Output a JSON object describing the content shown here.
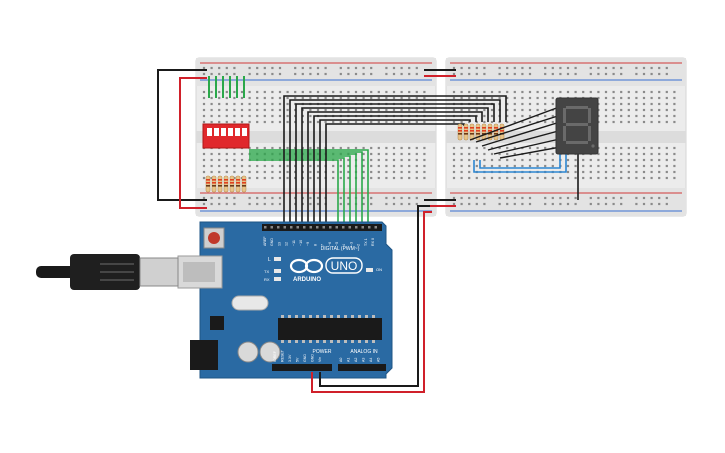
{
  "arduino": {
    "logo_text": "ARDUINO",
    "model": "UNO",
    "digital_header": "DIGITAL (PWM~)",
    "power_header": "POWER",
    "analog_header": "ANALOG IN",
    "led_l": "L",
    "led_tx": "TX",
    "led_rx": "RX",
    "on_label": "ON",
    "digital_pins": [
      "AREF",
      "GND",
      "13",
      "12",
      "~11",
      "~10",
      "~9",
      "8",
      "7",
      "~6",
      "~5",
      "4",
      "~3",
      "2",
      "TX 1",
      "RX 0"
    ],
    "power_pins": [
      "IOREF",
      "RESET",
      "3.3V",
      "5V",
      "GND",
      "GND",
      "Vin"
    ],
    "analog_pins": [
      "A0",
      "A1",
      "A2",
      "A3",
      "A4",
      "A5"
    ]
  },
  "display": {
    "digit": "8"
  },
  "colors": {
    "board": "#2a6aa3",
    "breadboard": "#e9e9e9",
    "wire_black": "#1a1a1a",
    "wire_red": "#d0202a",
    "wire_green": "#2aa84a",
    "wire_blue": "#2c86d1",
    "dip_switch": "#e0282c",
    "display_body": "#444444"
  },
  "icons": [
    "usb-cable-icon",
    "reset-button-icon",
    "infinity-logo-icon"
  ]
}
